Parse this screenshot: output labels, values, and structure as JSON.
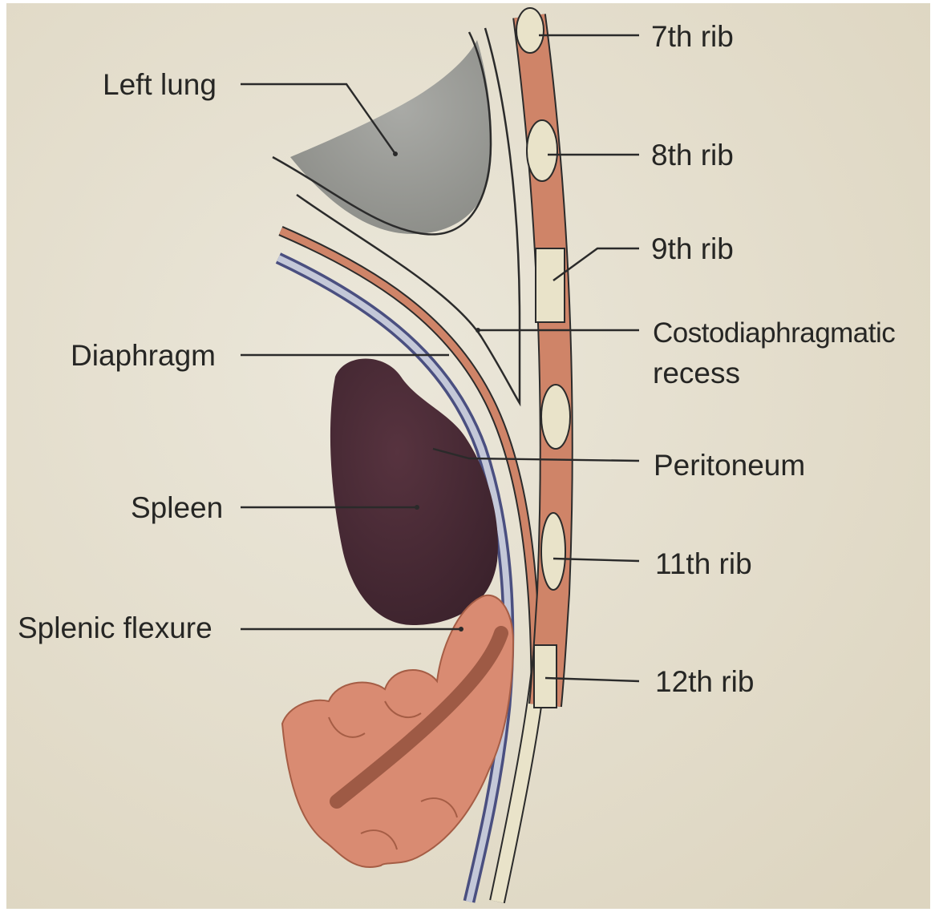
{
  "figure": {
    "labels": {
      "left_lung": "Left lung",
      "diaphragm": "Diaphragm",
      "spleen": "Spleen",
      "splenic_flexure": "Splenic flexure",
      "rib7": "7th rib",
      "rib8": "8th rib",
      "rib9": "9th rib",
      "costodiaphragmatic_line1": "Costodiaphragmatic",
      "costodiaphragmatic_line2": "recess",
      "peritoneum": "Peritoneum",
      "rib11": "11th rib",
      "rib12": "12th rib"
    },
    "colors": {
      "paper": "#e6e1d2",
      "lung": "#9c9d98",
      "spleen": "#4a2c38",
      "colon": "#d98b72",
      "colon_inner": "#9e5a45",
      "muscle": "#cf8468",
      "bone": "#e9e3c9",
      "peritoneum": "#5a5f8c",
      "pleura": "#2b2b2b"
    }
  }
}
